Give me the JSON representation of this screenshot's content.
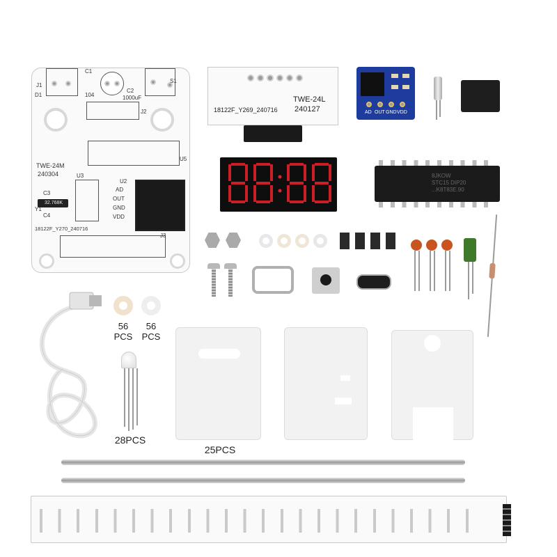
{
  "main_board": {
    "model": "TWE-24M",
    "date": "240304",
    "code": "18122F_Y270_240716",
    "crystal": "32.768K",
    "capacitor": "1000uF",
    "labels": [
      "J1",
      "C1",
      "104",
      "C2",
      "S1",
      "D1",
      "J2",
      "U5",
      "U2",
      "U3",
      "C3",
      "Y1",
      "C4",
      "J3"
    ],
    "pins": [
      "AD",
      "OUT",
      "GND",
      "VDD"
    ]
  },
  "display_board": {
    "model": "TWE-24L",
    "date": "240127",
    "code": "18122F_Y269_240716"
  },
  "sensor_module": {
    "pins": [
      "AD",
      "OUT",
      "GND",
      "VDD"
    ]
  },
  "chip": {
    "line1": "8JKOW",
    "line2": "STC15 DIP20",
    "line3": "...K8T83E.90"
  },
  "quantities": {
    "washer_a": "56\nPCS",
    "washer_b": "56\nPCS",
    "led": "28PCS",
    "plates": "25PCS"
  },
  "colors": {
    "pcb_blue": "#1d3c9e",
    "display_red": "#e0202a",
    "capacitor_orange": "#c9541f",
    "electrolytic_green": "#3f7a2a"
  }
}
